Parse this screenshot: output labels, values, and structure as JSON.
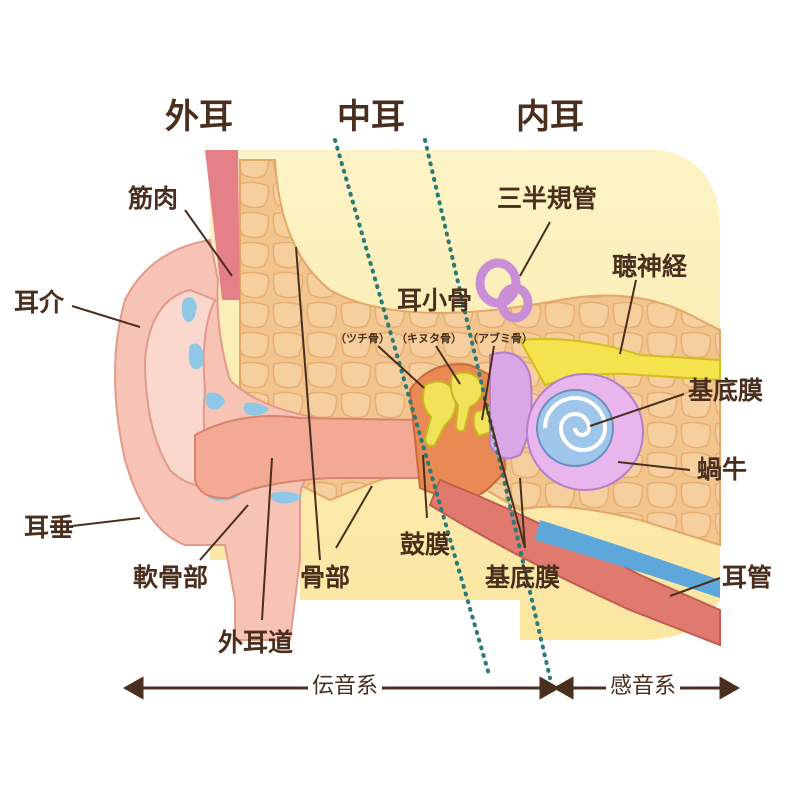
{
  "sections": {
    "outer": "外耳",
    "middle": "中耳",
    "inner": "内耳"
  },
  "labels": {
    "muscle": "筋肉",
    "auricle": "耳介",
    "earlobe": "耳垂",
    "cartilage": "軟骨部",
    "ear_canal": "外耳道",
    "bone": "骨部",
    "eardrum": "鼓膜",
    "basilar_bottom": "基底膜",
    "eustachian": "耳管",
    "cochlea": "蝸牛",
    "basilar_right": "基底膜",
    "auditory_nerve": "聴神経",
    "semicircular": "三半規管",
    "ossicles": "耳小骨",
    "malleus": "（ツチ骨）",
    "incus": "（キヌタ骨）",
    "stapes": "（アブミ骨）"
  },
  "systems": {
    "conductive": "伝音系",
    "sensorineural": "感音系"
  },
  "colors": {
    "text": "#4a2e1e",
    "bone_fill": "#f2c58f",
    "skin_fill": "#f4b9a8",
    "dotted_line": "#2a7a78",
    "arrow": "#4a2e1e",
    "background_yellow": "#fbe9a0",
    "cochlea_purple": "#e6b6e6"
  }
}
